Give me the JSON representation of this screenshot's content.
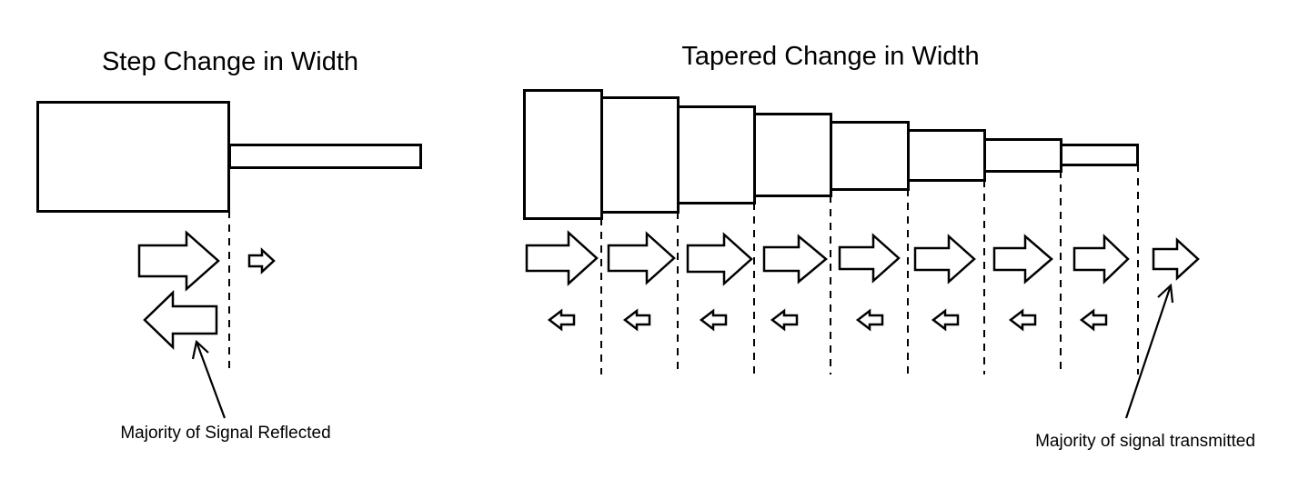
{
  "step": {
    "title": "Step Change in Width",
    "caption": "Majority of Signal Reflected"
  },
  "tapered": {
    "title": "Tapered Change in Width",
    "caption": "Majority of signal transmitted"
  }
}
